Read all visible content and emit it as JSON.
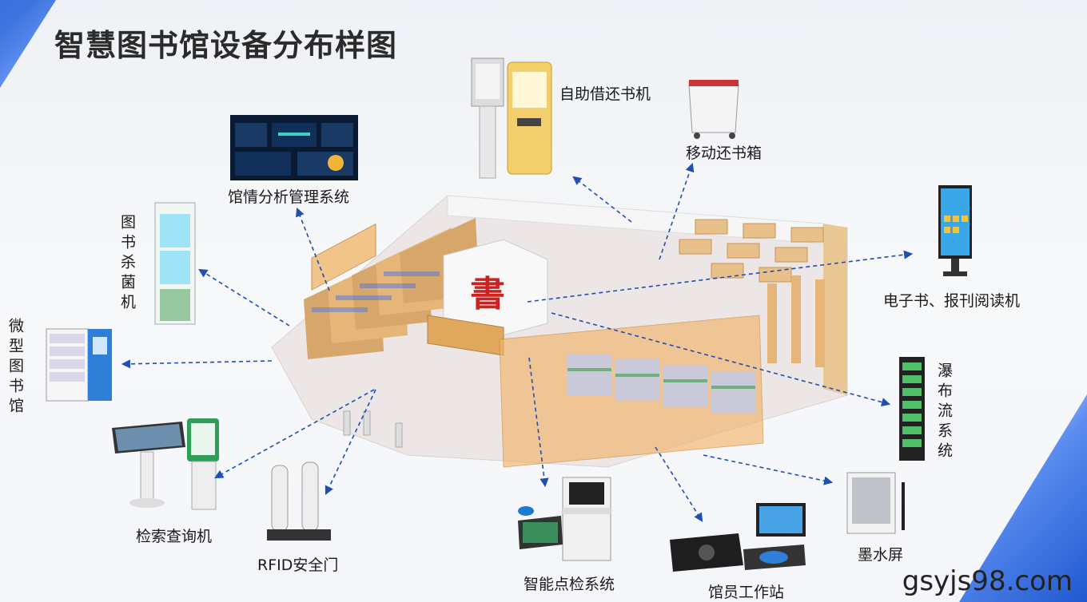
{
  "title": "智慧图书馆设备分布样图",
  "devices": {
    "self_service": "自助借还书机",
    "return_box": "移动还书箱",
    "analysis": "馆情分析管理系统",
    "sterilizer": "图书杀菌机",
    "micro_library": "微型图书馆",
    "ebook_reader": "电子书、报刊阅读机",
    "waterfall": "瀑布流系统",
    "inquiry": "检索查询机",
    "rfid_gate": "RFID安全门",
    "inventory": "智能点检系统",
    "workstation": "馆员工作站",
    "eink": "墨水屏"
  },
  "watermark": "gsyjs98.com",
  "colors": {
    "accent": "#2a64d6",
    "arrow": "#1f4fb0",
    "shelf": "#f1c48a"
  }
}
